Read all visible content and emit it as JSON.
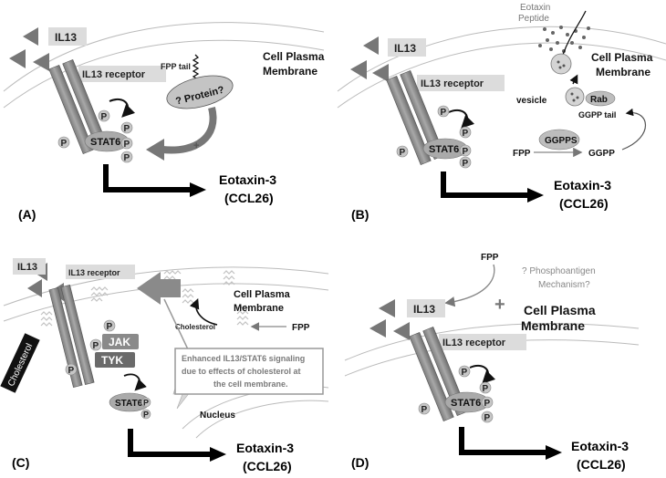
{
  "panels": [
    {
      "id": "A",
      "letter": "(A)",
      "ligand": "IL13",
      "receptor": "IL13 receptor",
      "stat": "STAT6",
      "phospho": "P",
      "membrane_line1": "Cell Plasma",
      "membrane_line2": "Membrane",
      "fpp_tail": "FPP tail",
      "protein": "? Protein?",
      "plus": "+",
      "output_line1": "Eotaxin-3",
      "output_line2": "(CCL26)"
    },
    {
      "id": "B",
      "letter": "(B)",
      "ligand": "IL13",
      "receptor": "IL13 receptor",
      "stat": "STAT6",
      "phospho": "P",
      "eotaxin_line1": "Eotaxin",
      "eotaxin_line2": "Peptide",
      "membrane_line1": "Cell Plasma",
      "membrane_line2": "Membrane",
      "vesicle": "vesicle",
      "rab": "Rab",
      "ggpp_tail": "GGPP tail",
      "ggpps": "GGPPS",
      "fpp": "FPP",
      "ggpp": "GGPP",
      "output_line1": "Eotaxin-3",
      "output_line2": "(CCL26)"
    },
    {
      "id": "C",
      "letter": "(C)",
      "ligand": "IL13",
      "receptor": "IL13 receptor",
      "stat": "STAT6",
      "phospho": "P",
      "cholesterol_box": "Cholesterol",
      "jak": "JAK",
      "tyk": "TYK",
      "membrane_line1": "Cell Plasma",
      "membrane_line2": "Membrane",
      "cholesterol": "Cholesterol",
      "fpp": "FPP",
      "note_line1": "Enhanced IL13/STAT6 signaling",
      "note_line2": "due to effects of cholesterol at",
      "note_line3": "the cell membrane.",
      "nucleus": "Nucleus",
      "output_line1": "Eotaxin-3",
      "output_line2": "(CCL26)"
    },
    {
      "id": "D",
      "letter": "(D)",
      "ligand": "IL13",
      "receptor": "IL13 receptor",
      "stat": "STAT6",
      "phospho": "P",
      "fpp": "FPP",
      "mech_line1": "? Phosphoantigen",
      "mech_line2": "Mechanism?",
      "plus": "+",
      "membrane_line1": "Cell Plasma",
      "membrane_line2": "Membrane",
      "output_line1": "Eotaxin-3",
      "output_line2": "(CCL26)"
    }
  ]
}
